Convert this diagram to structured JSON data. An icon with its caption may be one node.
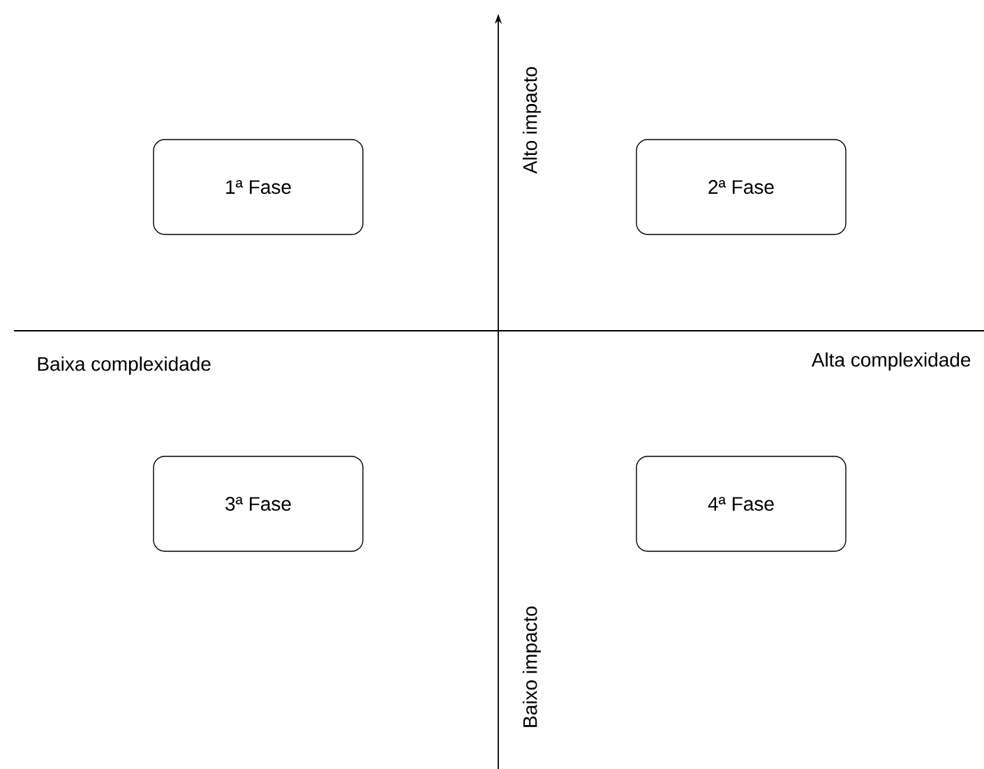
{
  "diagram": {
    "nodes": [
      {
        "text": [
          "1ª Fase"
        ]
      },
      {
        "text": [
          "2ª Fase"
        ]
      },
      {
        "text": [
          "3ª Fase"
        ]
      },
      {
        "text": [
          "4ª Fase"
        ]
      }
    ],
    "labels": [
      "Alto impacto",
      "Baixa complexidade",
      "Alta complexidade",
      "Baixo impacto"
    ]
  }
}
